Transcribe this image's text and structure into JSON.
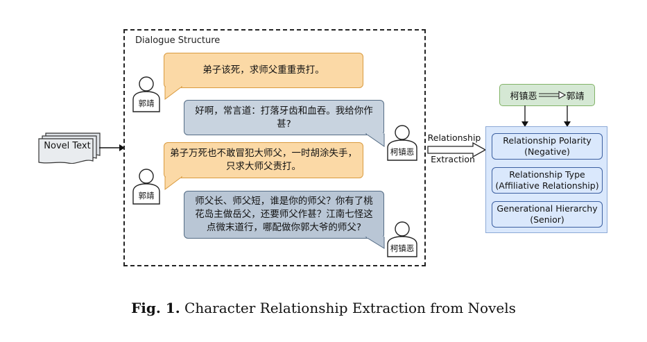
{
  "dialogue": {
    "title": "Dialogue Structure",
    "bubbles": [
      {
        "text": "弟子该死，求师父重重责打。"
      },
      {
        "text": "好啊，常言道：打落牙齿和血吞。我给你作甚?"
      },
      {
        "text": "弟子万死也不敢冒犯大师父，一时胡涂失手，只求大师父责打。"
      },
      {
        "text": "师父长、师父短，谁是你的师父？你有了桃花岛主做岳父，还要师父作甚？江南七怪这点微末道行，哪配做你郭大爷的师父?"
      }
    ],
    "speakers": {
      "guo": "郭靖",
      "ke": "柯镇恶"
    }
  },
  "input": {
    "label": "Novel Text"
  },
  "arrow": {
    "line1": "Relationship",
    "line2": "Extraction"
  },
  "output": {
    "pair": {
      "source": "柯镇恶",
      "target": "郭靖"
    },
    "boxes": [
      {
        "title": "Relationship Polarity",
        "value": "(Negative)"
      },
      {
        "title": "Relationship Type",
        "value": "(Affiliative Relationship)"
      },
      {
        "title": "Generational Hierarchy",
        "value": "(Senior)"
      }
    ]
  },
  "caption": {
    "prefix": "Fig. 1.",
    "text": "Character Relationship Extraction from Novels"
  },
  "colors": {
    "orange_fill": "#fbd9a6",
    "gray_fill": "#c8d3df",
    "blue_fill": "#dae8fc",
    "green_fill": "#d5e8d4"
  }
}
